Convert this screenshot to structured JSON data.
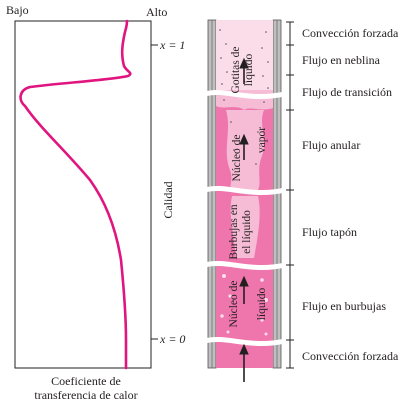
{
  "graph": {
    "low_label": "Bajo",
    "high_label": "Alto",
    "x_axis_label": "Coeficiente de transferencia de calor",
    "x_axis_label_line1": "Coeficiente de",
    "x_axis_label_line2": "transferencia de calor",
    "y_axis_label": "Calidad",
    "tick_top": "x = 1",
    "tick_bottom": "x = 0"
  },
  "tube": {
    "label_droplets_line1": "Gotitas de",
    "label_droplets_line2": "líquido",
    "label_vapor_core_line1": "Núcleo de",
    "label_vapor_core_line2": "vapor",
    "label_bubbles_line1": "Burbujas en",
    "label_bubbles_line2": "el líquido",
    "label_liquid_core_line1": "Núcleo de",
    "label_liquid_core_line2": "líquido"
  },
  "regimes": [
    "Convección forzada",
    "Flujo en neblina",
    "Flujo de transición",
    "Flujo anular",
    "Flujo tapón",
    "Flujo en burbujas",
    "Convección forzada"
  ],
  "colors": {
    "curve": "#e0157f",
    "liquid": "#ee76ad",
    "liquid_light": "#f7bcd5",
    "mist": "#fbdde9",
    "wall": "#8a8a8a",
    "text": "#231f20"
  }
}
